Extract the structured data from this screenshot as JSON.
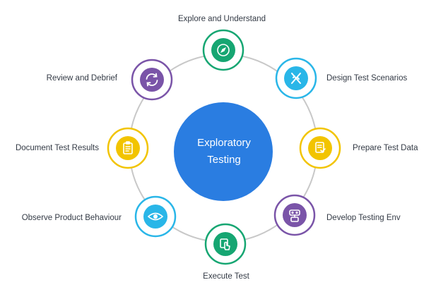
{
  "center": {
    "line1": "Exploratory",
    "line2": "Testing"
  },
  "steps": [
    {
      "label": "Explore and Understand",
      "icon": "compass-icon",
      "color": "#16a672"
    },
    {
      "label": "Design Test Scenarios",
      "icon": "design-tools-icon",
      "color": "#29b6e8"
    },
    {
      "label": "Prepare Test Data",
      "icon": "checklist-doc-icon",
      "color": "#f2c400"
    },
    {
      "label": "Develop Testing Env",
      "icon": "robot-icon",
      "color": "#7a54a8"
    },
    {
      "label": "Execute Test",
      "icon": "tap-screen-icon",
      "color": "#16a672"
    },
    {
      "label": "Observe Product Behaviour",
      "icon": "eye-icon",
      "color": "#29b6e8"
    },
    {
      "label": "Document Test Results",
      "icon": "clipboard-icon",
      "color": "#f2c400"
    },
    {
      "label": "Review and Debrief",
      "icon": "refresh-chat-icon",
      "color": "#7a54a8"
    }
  ],
  "colors": {
    "ring": "#c8c8c8",
    "center": "#2a7de1",
    "text": "#333a45"
  }
}
